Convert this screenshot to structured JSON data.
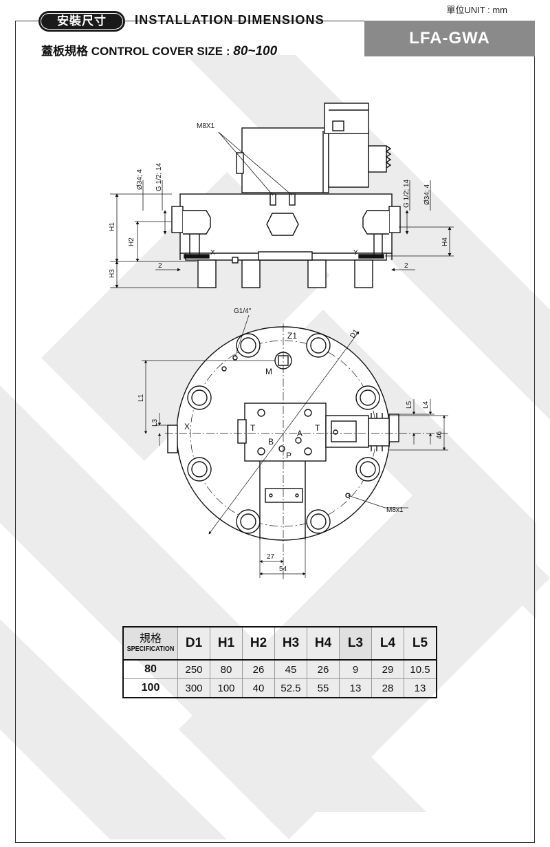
{
  "header": {
    "section_zh": "安裝尺寸",
    "section_en": "INSTALLATION DIMENSIONS",
    "unit": "單位UNIT : mm",
    "model": "LFA-GWA",
    "subtitle_prefix": "蓋板規格  CONTROL COVER SIZE : ",
    "subtitle_size": "80~100"
  },
  "drawing": {
    "labels": {
      "m8x1_top": "M8X1",
      "d34_left": "Ø34; 4",
      "g12_left": "G 1/2; 14",
      "g12_right": "G 1/2; 14",
      "d34_right": "Ø34; 4",
      "h1": "H1",
      "h2": "H2",
      "h3": "H3",
      "h4": "H4",
      "x_side": "X",
      "y_side": "Y",
      "two_left": "2",
      "two_right": "2",
      "g14": "G1/4\"",
      "z1": "Z1",
      "d1": "D1",
      "m_port": "M",
      "l1": "L1",
      "l3": "L3",
      "x_top": "X",
      "t_left": "T",
      "t_right": "T",
      "b_port": "B",
      "a_port": "A",
      "p_port": "P",
      "l5": "L5",
      "l4": "L4",
      "dim46": "46",
      "m8x1_bottom": "M8x1",
      "dim27": "27",
      "dim54": "54"
    }
  },
  "table": {
    "spec_zh": "規格",
    "spec_en": "SPECIFICATION",
    "columns": [
      "D1",
      "H1",
      "H2",
      "H3",
      "H4",
      "L3",
      "L4",
      "L5"
    ],
    "rows": [
      {
        "label": "80",
        "values": [
          "250",
          "80",
          "26",
          "45",
          "26",
          "9",
          "29",
          "10.5"
        ]
      },
      {
        "label": "100",
        "values": [
          "300",
          "100",
          "40",
          "52.5",
          "55",
          "13",
          "28",
          "13"
        ]
      }
    ]
  }
}
